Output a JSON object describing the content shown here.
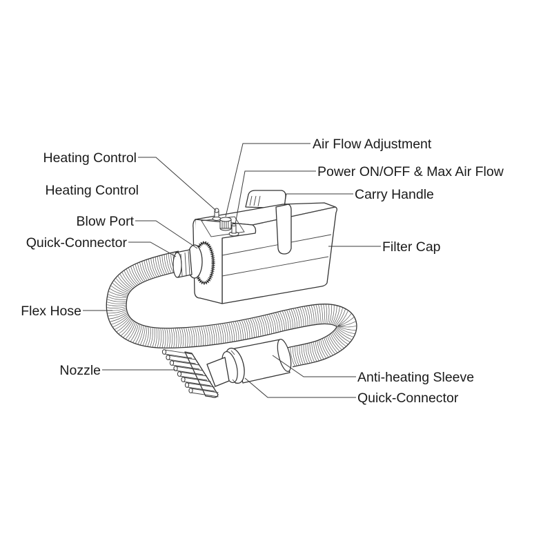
{
  "diagram": {
    "subject": "pet dryer / blower with flex hose",
    "labels": {
      "heating_control_1": "Heating Control",
      "heating_control_2": "Heating Control",
      "blow_port": "Blow Port",
      "quick_connector_top": "Quick-Connector",
      "flex_hose": "Flex Hose",
      "nozzle": "Nozzle",
      "air_flow_adjustment": "Air Flow Adjustment",
      "power_switch": "Power ON/OFF & Max Air Flow",
      "carry_handle": "Carry Handle",
      "filter_cap": "Filter Cap",
      "anti_heating_sleeve": "Anti-heating Sleeve",
      "quick_connector_bottom": "Quick-Connector"
    }
  }
}
